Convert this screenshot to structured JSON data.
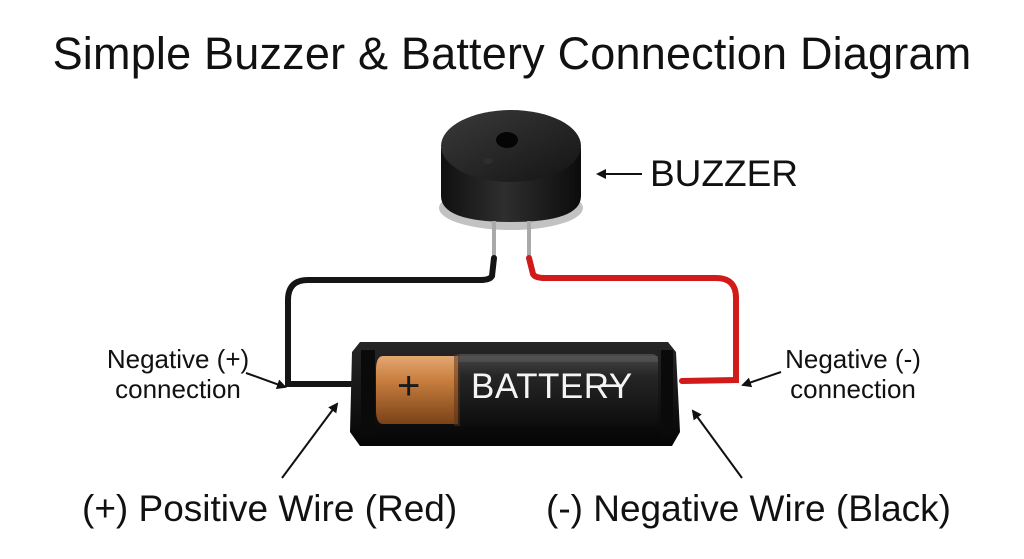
{
  "title": "Simple Buzzer & Battery Connection Diagram",
  "labels": {
    "buzzer": "BUZZER",
    "left_connection": "Negative (+)\nconnection",
    "right_connection": "Negative (-)\nconnection",
    "left_wire": "(+) Positive Wire (Red)",
    "right_wire": "(-) Negative Wire (Black)",
    "battery": "BATTERY",
    "battery_plus": "+",
    "battery_minus": "–"
  },
  "colors": {
    "red_wire": "#d11a1a",
    "black_wire": "#151515",
    "buzzer_body": "#1c1c1c",
    "battery_copper": "#c0773a",
    "battery_body": "#1e1e1e",
    "holder": "#111111"
  }
}
